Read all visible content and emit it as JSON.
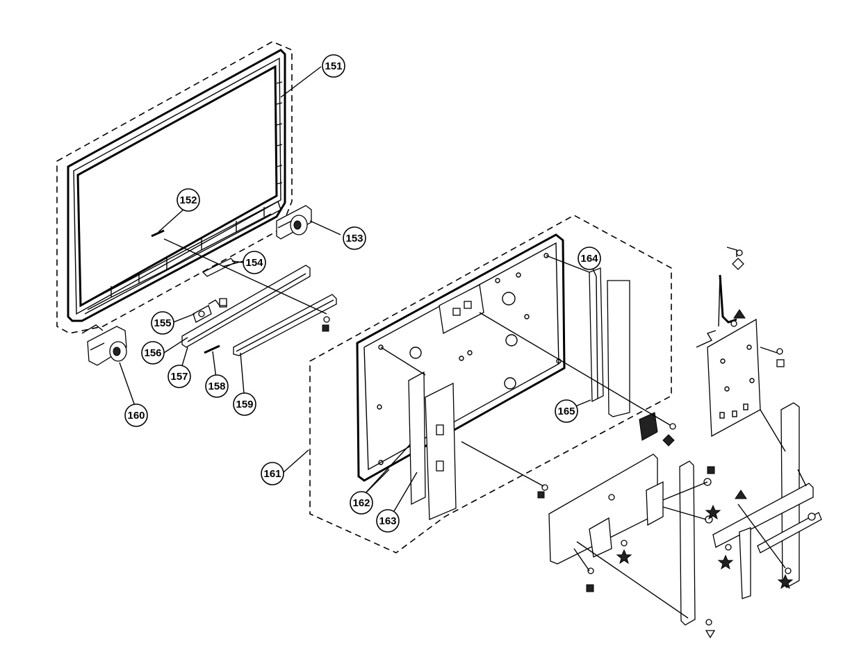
{
  "callouts": [
    {
      "id": "151",
      "label": "151"
    },
    {
      "id": "152",
      "label": "152"
    },
    {
      "id": "153",
      "label": "153"
    },
    {
      "id": "154",
      "label": "154"
    },
    {
      "id": "155",
      "label": "155"
    },
    {
      "id": "156",
      "label": "156"
    },
    {
      "id": "157",
      "label": "157"
    },
    {
      "id": "158",
      "label": "158"
    },
    {
      "id": "159",
      "label": "159"
    },
    {
      "id": "160",
      "label": "160"
    },
    {
      "id": "161",
      "label": "161"
    },
    {
      "id": "162",
      "label": "162"
    },
    {
      "id": "163",
      "label": "163"
    },
    {
      "id": "164",
      "label": "164"
    },
    {
      "id": "165",
      "label": "165"
    }
  ],
  "screw_markers": [
    {
      "symbol": "filled-square"
    },
    {
      "symbol": "open-square"
    },
    {
      "symbol": "filled-diamond"
    },
    {
      "symbol": "open-diamond"
    },
    {
      "symbol": "filled-triangle"
    },
    {
      "symbol": "open-triangle-down"
    },
    {
      "symbol": "filled-star"
    }
  ],
  "colors": {
    "ink": "#000000",
    "paper": "#ffffff"
  }
}
